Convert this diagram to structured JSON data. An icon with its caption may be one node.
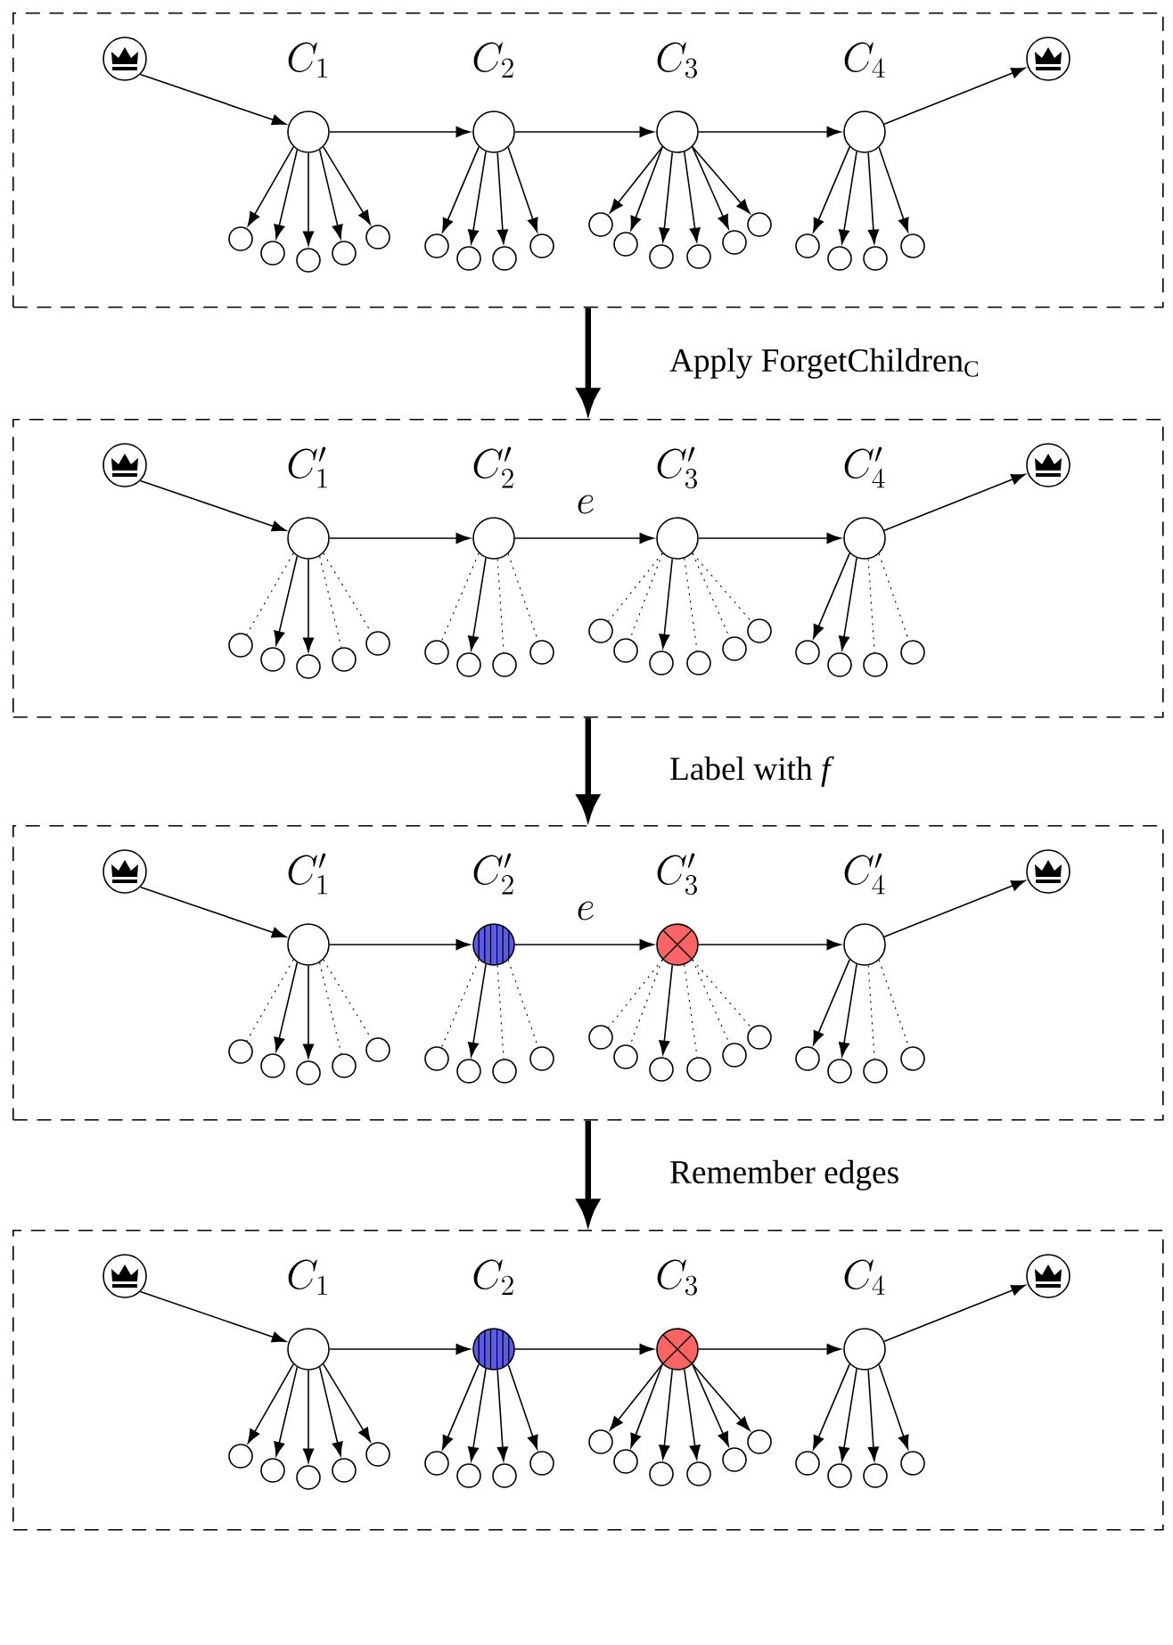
{
  "diagram": {
    "nodes": [
      {
        "text": [],
        "shape": "box"
      },
      {
        "text": [],
        "shape": "circle",
        "in": 0
      },
      {
        "text": [],
        "shape": "circle",
        "beside": [
          "C_1"
        ],
        "in": 0
      },
      {
        "text": [],
        "shape": "circle",
        "beside": [
          "C_2"
        ],
        "in": 0
      },
      {
        "text": [],
        "shape": "circle",
        "beside": [
          "C_3"
        ],
        "in": 0
      },
      {
        "text": [],
        "shape": "circle",
        "beside": [
          "C_4"
        ],
        "in": 0
      },
      {
        "text": [],
        "shape": "circle",
        "in": 0
      },
      {
        "text": [],
        "shape": "circle",
        "in": 0
      },
      {
        "text": [],
        "shape": "circle",
        "in": 0
      },
      {
        "text": [],
        "shape": "circle",
        "in": 0
      },
      {
        "text": [],
        "shape": "circle",
        "in": 0
      },
      {
        "text": [],
        "shape": "circle",
        "in": 0
      },
      {
        "text": [],
        "shape": "circle",
        "in": 0
      },
      {
        "text": [],
        "shape": "circle",
        "in": 0
      },
      {
        "text": [],
        "shape": "circle",
        "in": 0
      },
      {
        "text": [],
        "shape": "circle",
        "in": 0
      },
      {
        "text": [],
        "shape": "circle",
        "in": 0
      },
      {
        "text": [],
        "shape": "circle",
        "in": 0
      },
      {
        "text": [],
        "shape": "circle",
        "in": 0
      },
      {
        "text": [],
        "shape": "circle",
        "in": 0
      },
      {
        "text": [],
        "shape": "circle",
        "in": 0
      },
      {
        "text": [],
        "shape": "circle",
        "in": 0
      },
      {
        "text": [],
        "shape": "circle",
        "in": 0
      },
      {
        "text": [],
        "shape": "circle",
        "in": 0
      },
      {
        "text": [],
        "shape": "circle",
        "in": 0
      },
      {
        "text": [],
        "shape": "circle",
        "in": 0
      },
      {
        "text": [],
        "shape": "box"
      },
      {
        "text": [],
        "shape": "circle",
        "in": 26
      },
      {
        "text": [],
        "shape": "circle",
        "beside": [
          "C'_1"
        ],
        "in": 26
      },
      {
        "text": [],
        "shape": "circle",
        "beside": [
          "C'_2"
        ],
        "in": 26
      },
      {
        "text": [],
        "shape": "circle",
        "beside": [
          "C'_3"
        ],
        "in": 26
      },
      {
        "text": [],
        "shape": "circle",
        "beside": [
          "C'_4"
        ],
        "in": 26
      },
      {
        "text": [],
        "shape": "circle",
        "in": 26
      },
      {
        "text": [],
        "shape": "circle",
        "in": 26
      },
      {
        "text": [],
        "shape": "circle",
        "in": 26
      },
      {
        "text": [],
        "shape": "circle",
        "in": 26
      },
      {
        "text": [],
        "shape": "circle",
        "in": 26
      },
      {
        "text": [],
        "shape": "circle",
        "in": 26
      },
      {
        "text": [],
        "shape": "circle",
        "in": 26
      },
      {
        "text": [],
        "shape": "circle",
        "in": 26
      },
      {
        "text": [],
        "shape": "circle",
        "in": 26
      },
      {
        "text": [],
        "shape": "circle",
        "in": 26
      },
      {
        "text": [],
        "shape": "circle",
        "in": 26
      },
      {
        "text": [],
        "shape": "circle",
        "in": 26
      },
      {
        "text": [],
        "shape": "circle",
        "in": 26
      },
      {
        "text": [],
        "shape": "circle",
        "in": 26
      },
      {
        "text": [],
        "shape": "circle",
        "in": 26
      },
      {
        "text": [],
        "shape": "circle",
        "in": 26
      },
      {
        "text": [],
        "shape": "circle",
        "in": 26
      },
      {
        "text": [],
        "shape": "circle",
        "in": 26
      },
      {
        "text": [],
        "shape": "circle",
        "in": 26
      },
      {
        "text": [],
        "shape": "circle",
        "in": 26
      },
      {
        "text": [],
        "shape": "box"
      },
      {
        "text": [],
        "shape": "circle",
        "in": 52
      },
      {
        "text": [],
        "shape": "circle",
        "beside": [
          "C'_1"
        ],
        "in": 52
      },
      {
        "text": [],
        "shape": "circle",
        "beside": [
          "C'_2"
        ],
        "in": 52
      },
      {
        "text": [],
        "shape": "circle",
        "beside": [
          "C'_3"
        ],
        "in": 52
      },
      {
        "text": [],
        "shape": "circle",
        "beside": [
          "C'_4"
        ],
        "in": 52
      },
      {
        "text": [],
        "shape": "circle",
        "in": 52
      },
      {
        "text": [],
        "shape": "circle",
        "in": 52
      },
      {
        "text": [],
        "shape": "circle",
        "in": 52
      },
      {
        "text": [],
        "shape": "circle",
        "in": 52
      },
      {
        "text": [],
        "shape": "circle",
        "in": 52
      },
      {
        "text": [],
        "shape": "circle",
        "in": 52
      },
      {
        "text": [],
        "shape": "circle",
        "in": 52
      },
      {
        "text": [],
        "shape": "circle",
        "in": 52
      },
      {
        "text": [],
        "shape": "circle",
        "in": 52
      },
      {
        "text": [],
        "shape": "circle",
        "in": 52
      },
      {
        "text": [],
        "shape": "circle",
        "in": 52
      },
      {
        "text": [],
        "shape": "circle",
        "in": 52
      },
      {
        "text": [],
        "shape": "circle",
        "in": 52
      },
      {
        "text": [],
        "shape": "circle",
        "in": 52
      },
      {
        "text": [],
        "shape": "circle",
        "in": 52
      },
      {
        "text": [],
        "shape": "circle",
        "in": 52
      },
      {
        "text": [],
        "shape": "circle",
        "in": 52
      },
      {
        "text": [],
        "shape": "circle",
        "in": 52
      },
      {
        "text": [],
        "shape": "circle",
        "in": 52
      },
      {
        "text": [],
        "shape": "circle",
        "in": 52
      },
      {
        "text": [],
        "shape": "box"
      },
      {
        "text": [],
        "shape": "circle",
        "in": 78
      },
      {
        "text": [],
        "shape": "circle",
        "beside": [
          "C_1"
        ],
        "in": 78
      },
      {
        "text": [],
        "shape": "circle",
        "beside": [
          "C_2"
        ],
        "in": 78
      },
      {
        "text": [],
        "shape": "circle",
        "beside": [
          "C_3"
        ],
        "in": 78
      },
      {
        "text": [],
        "shape": "circle",
        "beside": [
          "C_4"
        ],
        "in": 78
      },
      {
        "text": [],
        "shape": "circle",
        "in": 78
      },
      {
        "text": [],
        "shape": "circle",
        "in": 78
      },
      {
        "text": [],
        "shape": "circle",
        "in": 78
      },
      {
        "text": [],
        "shape": "circle",
        "in": 78
      },
      {
        "text": [],
        "shape": "circle",
        "in": 78
      },
      {
        "text": [],
        "shape": "circle",
        "in": 78
      },
      {
        "text": [],
        "shape": "circle",
        "in": 78
      },
      {
        "text": [],
        "shape": "circle",
        "in": 78
      },
      {
        "text": [],
        "shape": "circle",
        "in": 78
      },
      {
        "text": [],
        "shape": "circle",
        "in": 78
      },
      {
        "text": [],
        "shape": "circle",
        "in": 78
      },
      {
        "text": [],
        "shape": "circle",
        "in": 78
      },
      {
        "text": [],
        "shape": "circle",
        "in": 78
      },
      {
        "text": [],
        "shape": "circle",
        "in": 78
      },
      {
        "text": [],
        "shape": "circle",
        "in": 78
      },
      {
        "text": [],
        "shape": "circle",
        "in": 78
      },
      {
        "text": [],
        "shape": "circle",
        "in": 78
      },
      {
        "text": [],
        "shape": "circle",
        "in": 78
      },
      {
        "text": [],
        "shape": "circle",
        "in": 78
      },
      {
        "text": [],
        "shape": "circle",
        "in": 78
      }
    ],
    "edges": [
      {
        "from": 1,
        "to": 2,
        "arrow": "to"
      },
      {
        "from": 2,
        "to": 3,
        "arrow": "to"
      },
      {
        "from": 3,
        "to": 4,
        "arrow": "to"
      },
      {
        "from": 4,
        "to": 5,
        "arrow": "to"
      },
      {
        "from": 5,
        "to": 6,
        "arrow": "to"
      },
      {
        "from": 2,
        "to": 7,
        "arrow": "to"
      },
      {
        "from": 2,
        "to": 8,
        "arrow": "to"
      },
      {
        "from": 2,
        "to": 9,
        "arrow": "to"
      },
      {
        "from": 2,
        "to": 10,
        "arrow": "to"
      },
      {
        "from": 2,
        "to": 11,
        "arrow": "to"
      },
      {
        "from": 3,
        "to": 12,
        "arrow": "to"
      },
      {
        "from": 3,
        "to": 13,
        "arrow": "to"
      },
      {
        "from": 3,
        "to": 14,
        "arrow": "to"
      },
      {
        "from": 3,
        "to": 15,
        "arrow": "to"
      },
      {
        "from": 4,
        "to": 16,
        "arrow": "to"
      },
      {
        "from": 4,
        "to": 17,
        "arrow": "to"
      },
      {
        "from": 4,
        "to": 18,
        "arrow": "to"
      },
      {
        "from": 4,
        "to": 19,
        "arrow": "to"
      },
      {
        "from": 4,
        "to": 20,
        "arrow": "to"
      },
      {
        "from": 4,
        "to": 21,
        "arrow": "to"
      },
      {
        "from": 5,
        "to": 22,
        "arrow": "to"
      },
      {
        "from": 5,
        "to": 23,
        "arrow": "to"
      },
      {
        "from": 5,
        "to": 24,
        "arrow": "to"
      },
      {
        "from": 5,
        "to": 25,
        "arrow": "to"
      },
      {
        "from": 27,
        "to": 28,
        "arrow": "to"
      },
      {
        "from": 28,
        "to": 29,
        "arrow": "to"
      },
      {
        "from": 29,
        "to": 30,
        "arrow": "to",
        "label": "e"
      },
      {
        "from": 30,
        "to": 31,
        "arrow": "to"
      },
      {
        "from": 31,
        "to": 32,
        "arrow": "to"
      },
      {
        "from": 28,
        "to": 33,
        "arrow": "none",
        "style": "dashed"
      },
      {
        "from": 28,
        "to": 34,
        "arrow": "to"
      },
      {
        "from": 28,
        "to": 35,
        "arrow": "to"
      },
      {
        "from": 28,
        "to": 36,
        "arrow": "none",
        "style": "dashed"
      },
      {
        "from": 28,
        "to": 37,
        "arrow": "none",
        "style": "dashed"
      },
      {
        "from": 29,
        "to": 38,
        "arrow": "none",
        "style": "dashed"
      },
      {
        "from": 29,
        "to": 39,
        "arrow": "to"
      },
      {
        "from": 29,
        "to": 40,
        "arrow": "none",
        "style": "dashed"
      },
      {
        "from": 29,
        "to": 41,
        "arrow": "none",
        "style": "dashed"
      },
      {
        "from": 30,
        "to": 42,
        "arrow": "none",
        "style": "dashed"
      },
      {
        "from": 30,
        "to": 43,
        "arrow": "none",
        "style": "dashed"
      },
      {
        "from": 30,
        "to": 44,
        "arrow": "to"
      },
      {
        "from": 30,
        "to": 45,
        "arrow": "none",
        "style": "dashed"
      },
      {
        "from": 30,
        "to": 46,
        "arrow": "none",
        "style": "dashed"
      },
      {
        "from": 30,
        "to": 47,
        "arrow": "none",
        "style": "dashed"
      },
      {
        "from": 31,
        "to": 48,
        "arrow": "to"
      },
      {
        "from": 31,
        "to": 49,
        "arrow": "to"
      },
      {
        "from": 31,
        "to": 50,
        "arrow": "none",
        "style": "dashed"
      },
      {
        "from": 31,
        "to": 51,
        "arrow": "none",
        "style": "dashed"
      },
      {
        "from": 53,
        "to": 54,
        "arrow": "to"
      },
      {
        "from": 54,
        "to": 55,
        "arrow": "to"
      },
      {
        "from": 55,
        "to": 56,
        "arrow": "to",
        "label": "e"
      },
      {
        "from": 56,
        "to": 57,
        "arrow": "to"
      },
      {
        "from": 57,
        "to": 58,
        "arrow": "to"
      },
      {
        "from": 54,
        "to": 59,
        "arrow": "none",
        "style": "dashed"
      },
      {
        "from": 54,
        "to": 60,
        "arrow": "to"
      },
      {
        "from": 54,
        "to": 61,
        "arrow": "to"
      },
      {
        "from": 54,
        "to": 62,
        "arrow": "none",
        "style": "dashed"
      },
      {
        "from": 54,
        "to": 63,
        "arrow": "none",
        "style": "dashed"
      },
      {
        "from": 55,
        "to": 64,
        "arrow": "none",
        "style": "dashed"
      },
      {
        "from": 55,
        "to": 65,
        "arrow": "to"
      },
      {
        "from": 55,
        "to": 66,
        "arrow": "none",
        "style": "dashed"
      },
      {
        "from": 55,
        "to": 67,
        "arrow": "none",
        "style": "dashed"
      },
      {
        "from": 56,
        "to": 68,
        "arrow": "none",
        "style": "dashed"
      },
      {
        "from": 56,
        "to": 69,
        "arrow": "none",
        "style": "dashed"
      },
      {
        "from": 56,
        "to": 70,
        "arrow": "to"
      },
      {
        "from": 56,
        "to": 71,
        "arrow": "none",
        "style": "dashed"
      },
      {
        "from": 56,
        "to": 72,
        "arrow": "none",
        "style": "dashed"
      },
      {
        "from": 56,
        "to": 73,
        "arrow": "none",
        "style": "dashed"
      },
      {
        "from": 57,
        "to": 74,
        "arrow": "to"
      },
      {
        "from": 57,
        "to": 75,
        "arrow": "to"
      },
      {
        "from": 57,
        "to": 76,
        "arrow": "none",
        "style": "dashed"
      },
      {
        "from": 57,
        "to": 77,
        "arrow": "none",
        "style": "dashed"
      },
      {
        "from": 79,
        "to": 80,
        "arrow": "to"
      },
      {
        "from": 80,
        "to": 81,
        "arrow": "to"
      },
      {
        "from": 81,
        "to": 82,
        "arrow": "to"
      },
      {
        "from": 82,
        "to": 83,
        "arrow": "to"
      },
      {
        "from": 83,
        "to": 84,
        "arrow": "to"
      },
      {
        "from": 80,
        "to": 85,
        "arrow": "to"
      },
      {
        "from": 80,
        "to": 86,
        "arrow": "to"
      },
      {
        "from": 80,
        "to": 87,
        "arrow": "to"
      },
      {
        "from": 80,
        "to": 88,
        "arrow": "to"
      },
      {
        "from": 80,
        "to": 89,
        "arrow": "to"
      },
      {
        "from": 81,
        "to": 90,
        "arrow": "to"
      },
      {
        "from": 81,
        "to": 91,
        "arrow": "to"
      },
      {
        "from": 81,
        "to": 92,
        "arrow": "to"
      },
      {
        "from": 81,
        "to": 93,
        "arrow": "to"
      },
      {
        "from": 82,
        "to": 94,
        "arrow": "to"
      },
      {
        "from": 82,
        "to": 95,
        "arrow": "to"
      },
      {
        "from": 82,
        "to": 96,
        "arrow": "to"
      },
      {
        "from": 82,
        "to": 97,
        "arrow": "to"
      },
      {
        "from": 82,
        "to": 98,
        "arrow": "to"
      },
      {
        "from": 82,
        "to": 99,
        "arrow": "to"
      },
      {
        "from": 83,
        "to": 100,
        "arrow": "to"
      },
      {
        "from": 83,
        "to": 101,
        "arrow": "to"
      },
      {
        "from": 83,
        "to": 102,
        "arrow": "to"
      },
      {
        "from": 83,
        "to": 103,
        "arrow": "to"
      },
      {
        "from": 0,
        "to": 26,
        "arrow": "to",
        "style": "thick",
        "label": "Apply ForgetChildren$_{C}$"
      },
      {
        "from": 26,
        "to": 52,
        "arrow": "to",
        "style": "thick",
        "label": "Label with *f*"
      },
      {
        "from": 52,
        "to": 78,
        "arrow": "to",
        "style": "thick",
        "label": "Remember edges"
      }
    ]
  }
}
